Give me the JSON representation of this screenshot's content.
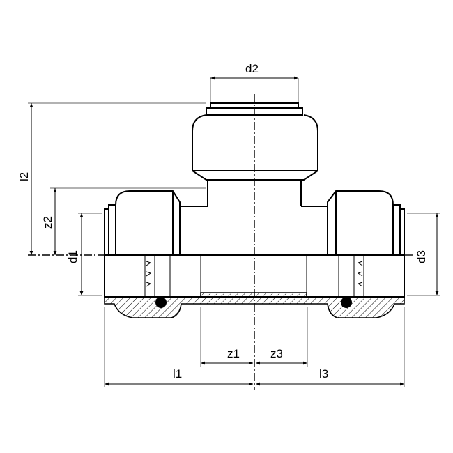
{
  "drawing": {
    "subject": "Push-fit T-connector cross-section",
    "line_color": "#000000",
    "background": "#ffffff"
  },
  "dimensions": {
    "d1": "d1",
    "d2": "d2",
    "d3": "d3",
    "l1": "l1",
    "l2": "l2",
    "l3": "l3",
    "z1": "z1",
    "z2": "z2",
    "z3": "z3"
  }
}
